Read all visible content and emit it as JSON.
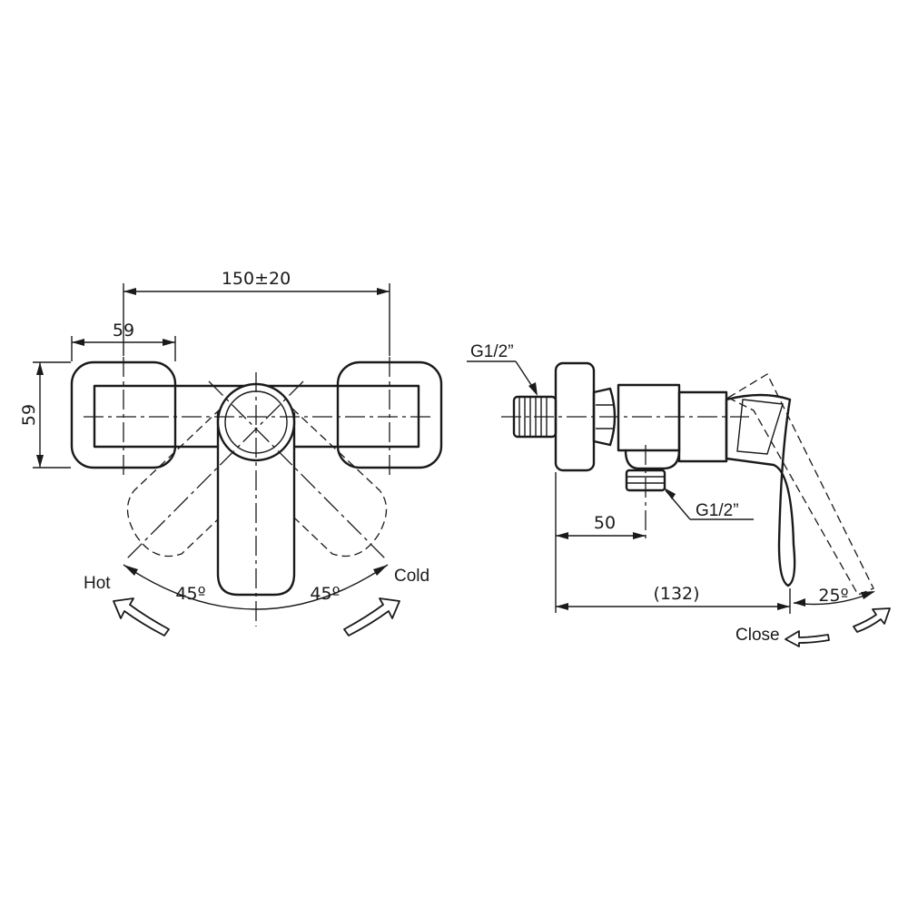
{
  "front_view": {
    "dim_center_spacing": "150±20",
    "dim_body_width": "59",
    "dim_body_height": "59",
    "label_hot": "Hot",
    "label_cold": "Cold",
    "angle_left": "45º",
    "angle_right": "45º"
  },
  "side_view": {
    "thread_top": "G1/2”",
    "thread_outlet": "G1/2”",
    "dim_outlet_offset": "50",
    "dim_depth": "(132)",
    "angle_lever": "25º",
    "label_close": "Close"
  }
}
